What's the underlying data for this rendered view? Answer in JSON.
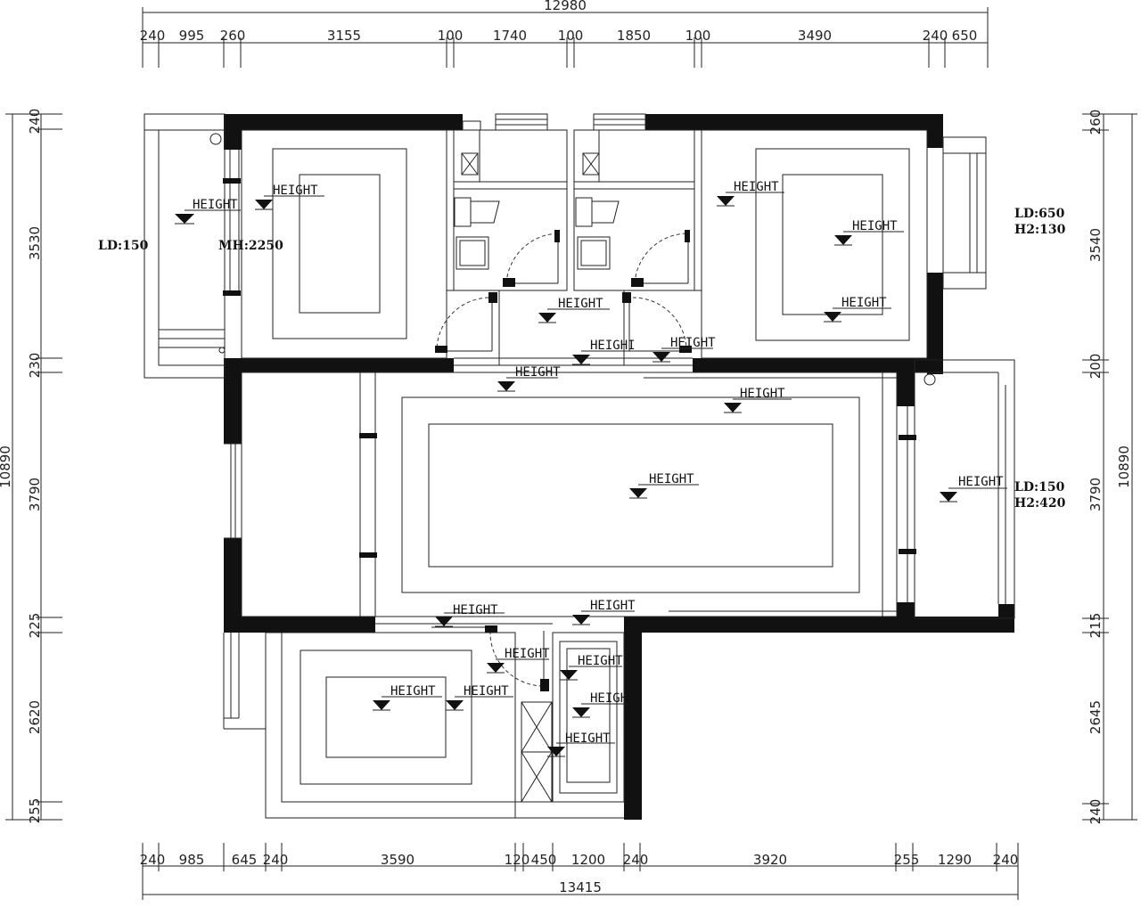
{
  "dimensions": {
    "top_total": "12980",
    "top_segments": [
      "240",
      "995",
      "260",
      "3155",
      "100",
      "1740",
      "100",
      "1850",
      "100",
      "3490",
      "240",
      "650"
    ],
    "bottom_total": "13415",
    "bottom_segments": [
      "240",
      "985",
      "645",
      "240",
      "3590",
      "120",
      "450",
      "1200",
      "240",
      "3920",
      "255",
      "1290",
      "240"
    ],
    "left_total": "10890",
    "left_segments": [
      "240",
      "3530",
      "230",
      "3790",
      "225",
      "2620",
      "255"
    ],
    "right_total": "10890",
    "right_segments": [
      "260",
      "3540",
      "200",
      "3790",
      "215",
      "2645",
      "240"
    ]
  },
  "height_marker_label": "HEIGHT",
  "height_marker_glitch_label": "HEIGHI",
  "notes": {
    "left_balcony": "LD:150",
    "mh": "MH:2250",
    "right_top_ld": "LD:650",
    "right_top_h2": "H2:130",
    "right_mid_ld": "LD:150",
    "right_mid_h2": "H2:420"
  }
}
